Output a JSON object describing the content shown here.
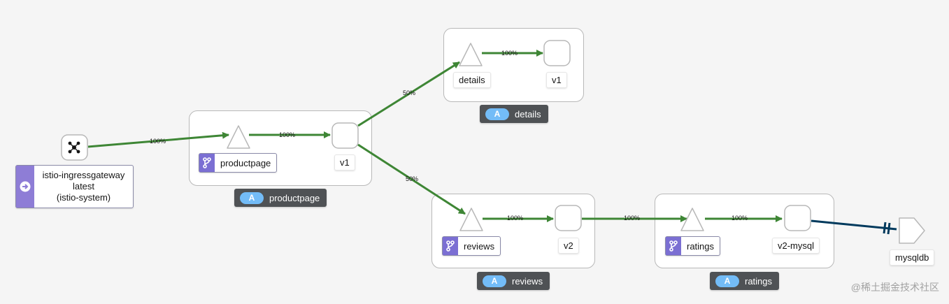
{
  "gateway": {
    "name": "istio-ingressgateway",
    "version": "latest",
    "namespace": "(istio-system)"
  },
  "edges": {
    "gateway_to_productpage": "100%",
    "productpage_to_v1": "100%",
    "productpage_v1_to_details": "50%",
    "productpage_v1_to_reviews": "50%",
    "details_to_v1": "100%",
    "reviews_to_v2": "100%",
    "reviews_v2_to_ratings": "100%",
    "ratings_to_v2mysql": "100%"
  },
  "apps": {
    "productpage": {
      "service": "productpage",
      "version": "v1",
      "badge_letter": "A",
      "badge_name": "productpage"
    },
    "details": {
      "service": "details",
      "version": "v1",
      "badge_letter": "A",
      "badge_name": "details"
    },
    "reviews": {
      "service": "reviews",
      "version": "v2",
      "badge_letter": "A",
      "badge_name": "reviews"
    },
    "ratings": {
      "service": "ratings",
      "version": "v2-mysql",
      "badge_letter": "A",
      "badge_name": "ratings"
    }
  },
  "external": {
    "name": "mysqldb"
  },
  "colors": {
    "edge_green": "#3e8635",
    "edge_tcp": "#003a5d",
    "version_purple": "#7b6fd3",
    "badge_bg": "#4f5255",
    "pill_blue": "#73bcf7"
  },
  "watermark": "@稀土掘金技术社区"
}
